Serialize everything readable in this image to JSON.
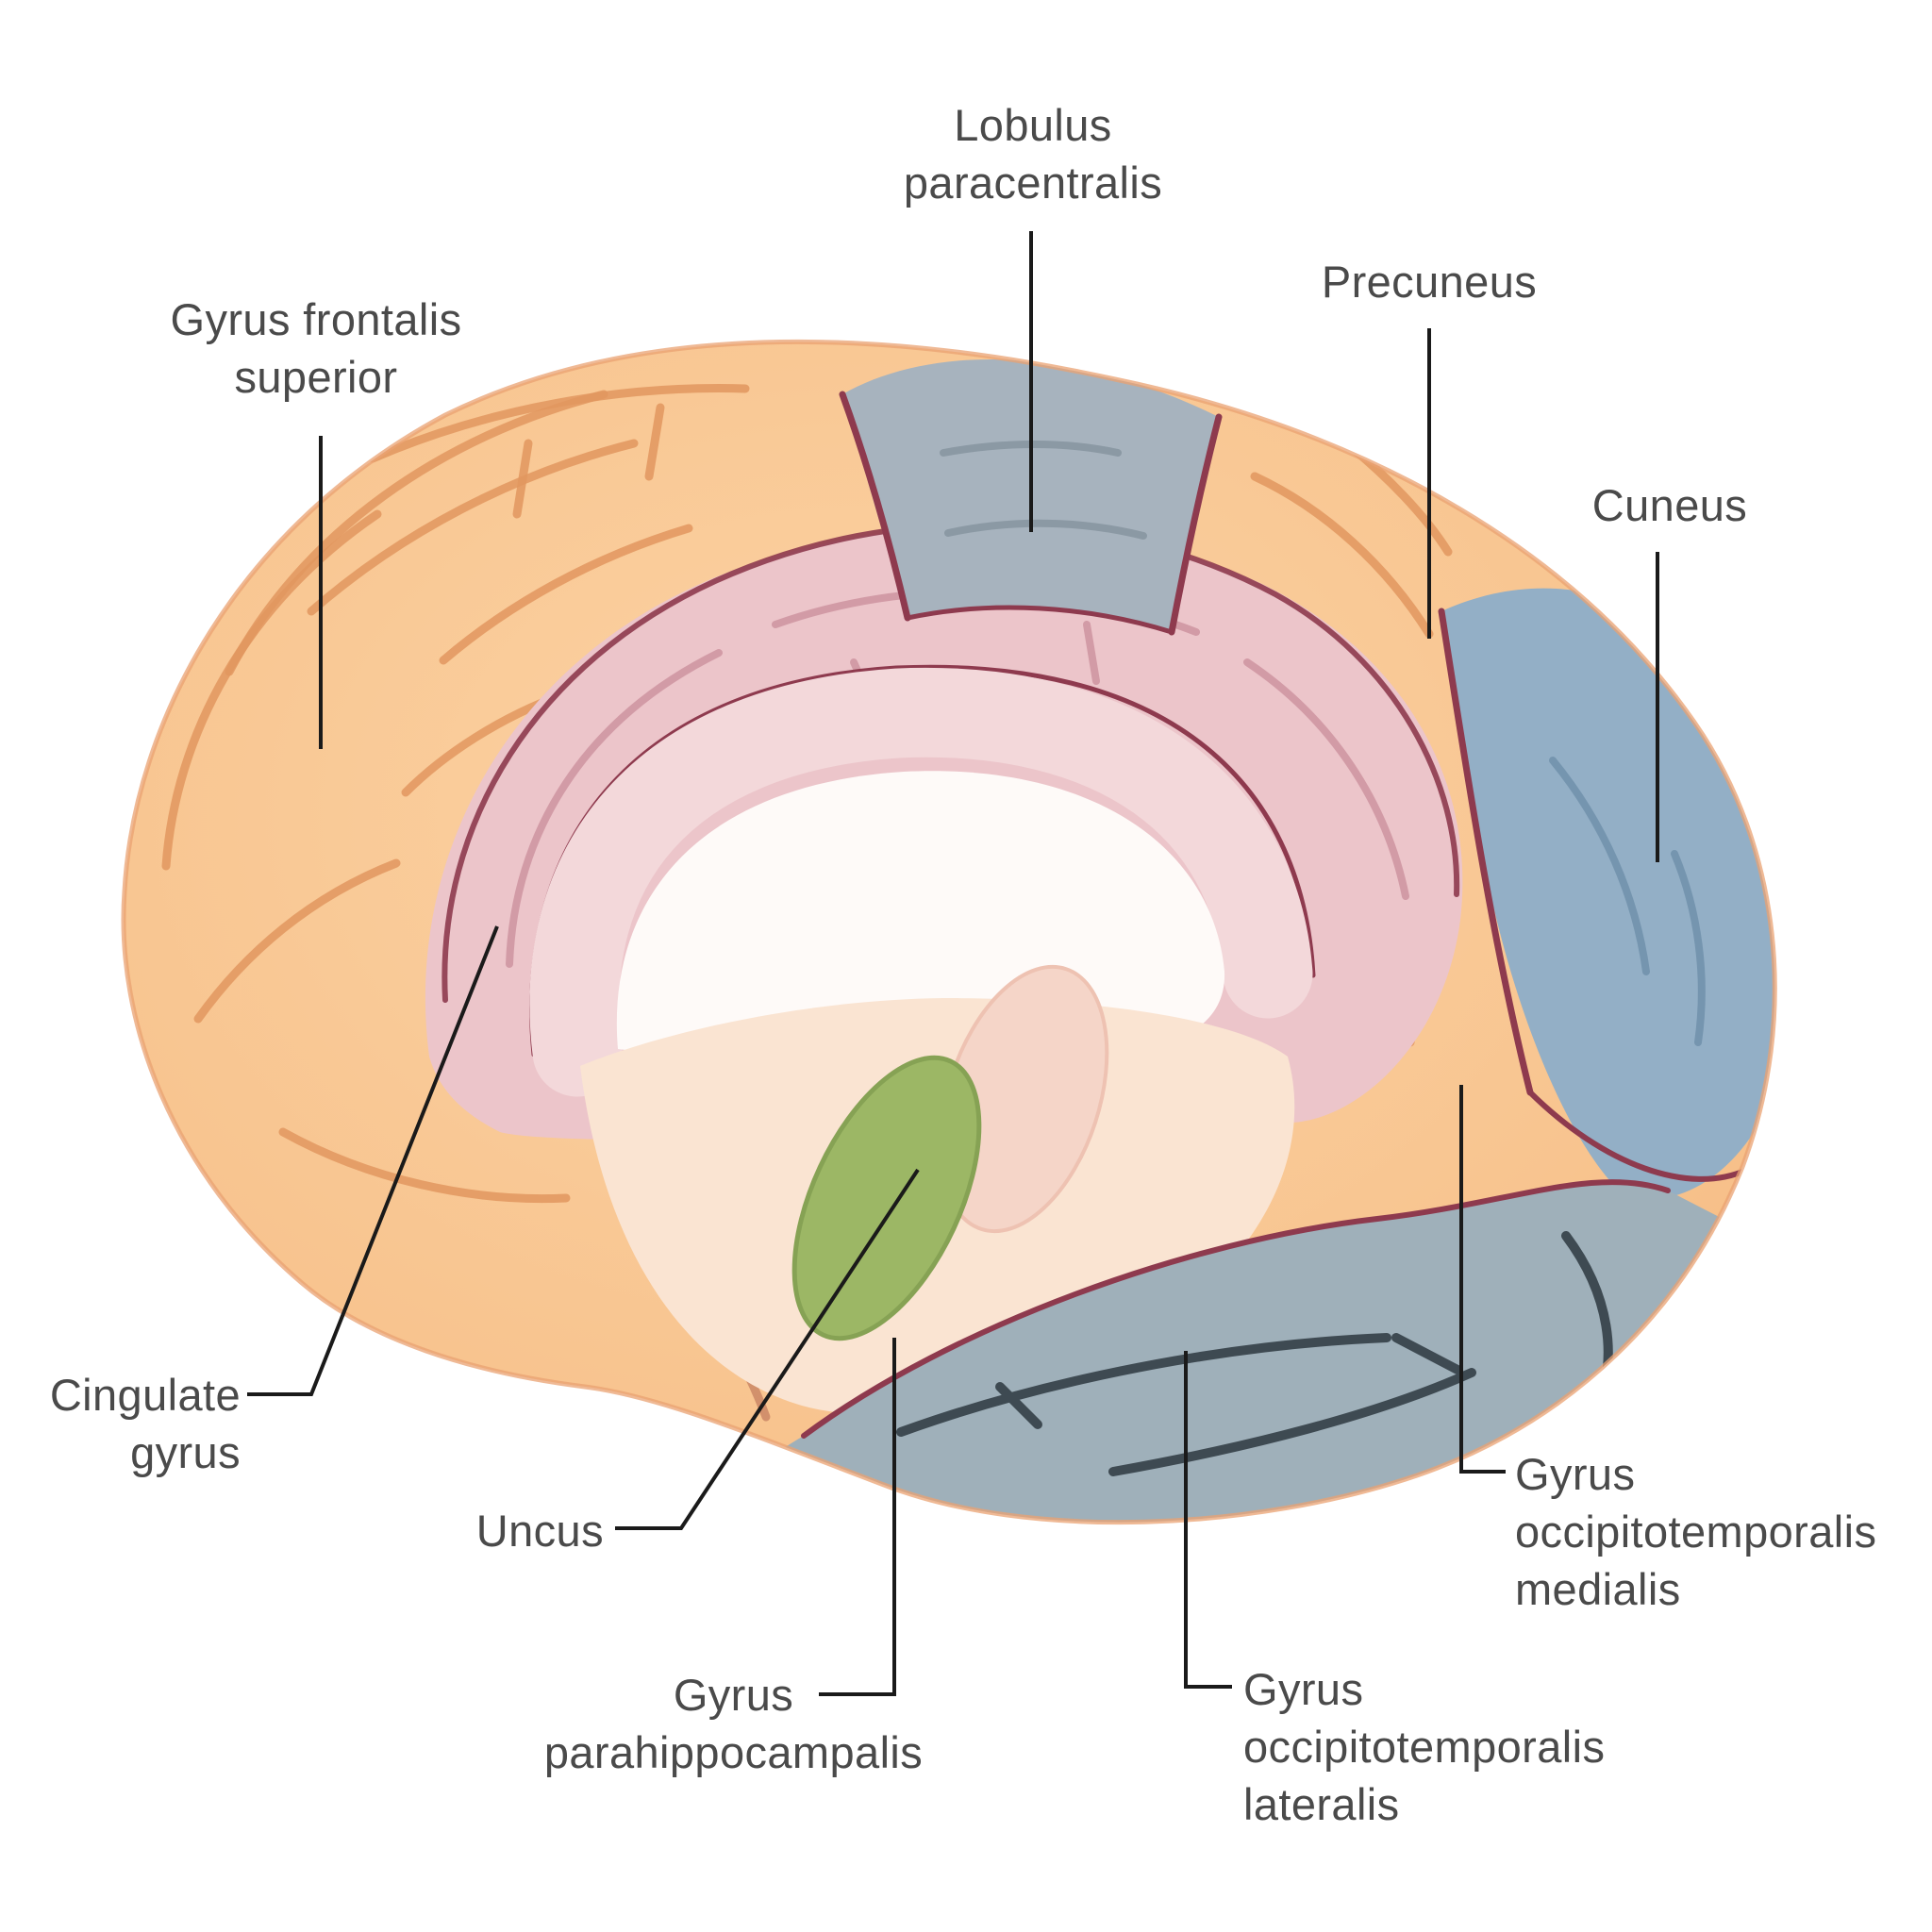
{
  "figure": {
    "labels": {
      "lobulus_paracentralis": "Lobulus\nparacentralis",
      "precuneus": "Precuneus",
      "cuneus": "Cuneus",
      "gyrus_frontalis_superior": "Gyrus frontalis\nsuperior",
      "cingulate_gyrus": "Cingulate\ngyrus",
      "uncus": "Uncus",
      "gyrus_parahippocampalis": "Gyrus\nparahippocampalis",
      "gyrus_occipitotemporalis_medialis": "Gyrus\noccipitotemporalis\nmedialis",
      "gyrus_occipitotemporalis_lateralis": "Gyrus\noccipitotemporalis\nlateralis"
    },
    "colors": {
      "cortex_orange": "#f8c48f",
      "region_gray": "#a7b3be",
      "temporal_gray": "#9fb0ba",
      "cuneus_blue": "#93afc6",
      "cingulate_pink": "#ecc5ca",
      "corpus_callosum_pink": "#f3d8da",
      "inner_white": "#fefaf8",
      "inner_peach": "#fae4d2",
      "thalamus_peach": "#f5d5c8",
      "uncus_green": "#9cb765",
      "sulcus_maroon": "#8e3a4e",
      "label_text": "#4a4a4a",
      "leader_line": "#1a1a1a"
    }
  }
}
